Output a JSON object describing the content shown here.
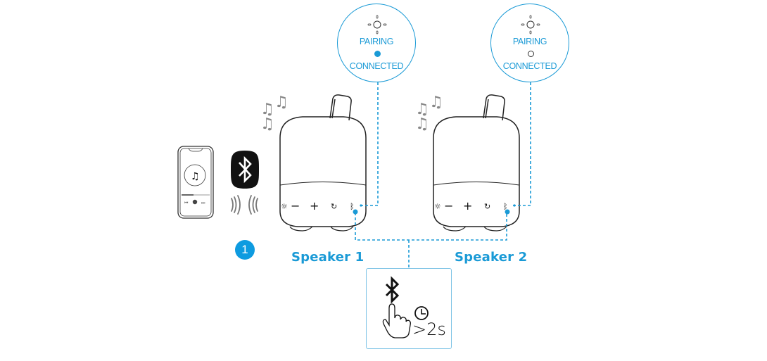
{
  "accent_color": "#1a9ad6",
  "step": {
    "number": "1"
  },
  "indicators": [
    {
      "speaker": "Speaker 1",
      "state_top": "PAIRING",
      "state_bottom": "CONNECTED",
      "led": "filled"
    },
    {
      "speaker": "Speaker 2",
      "state_top": "PAIRING",
      "state_bottom": "CONNECTED",
      "led": "hollow"
    }
  ],
  "speakers": [
    {
      "label": "Speaker 1",
      "buttons": [
        "light-icon",
        "volume-down-icon",
        "volume-up-icon",
        "party-link-icon",
        "bluetooth-icon"
      ]
    },
    {
      "label": "Speaker 2",
      "buttons": [
        "light-icon",
        "volume-down-icon",
        "volume-up-icon",
        "party-link-icon",
        "bluetooth-icon"
      ]
    }
  ],
  "instruction": {
    "button": "bluetooth-icon",
    "action": "press-and-hold",
    "duration": ">2s"
  },
  "phone": {
    "content": "music-player"
  }
}
